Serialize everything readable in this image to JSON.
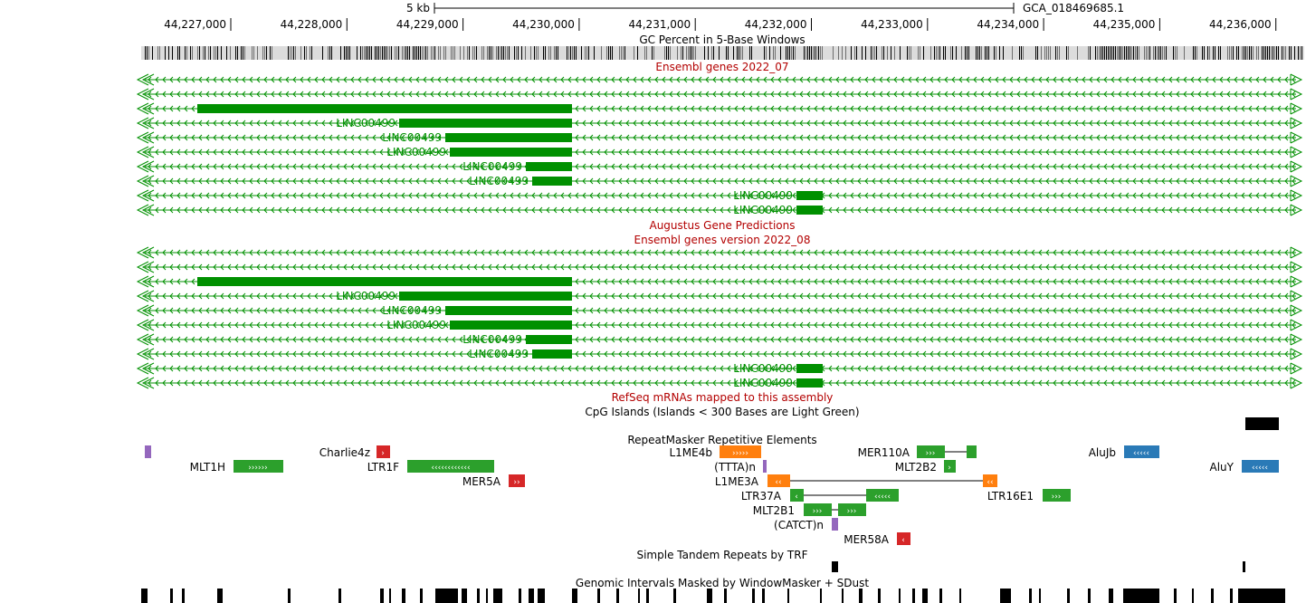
{
  "ruler": {
    "scale_label": "5 kb",
    "assembly": "GCA_018469685.1",
    "ticks": [
      "44,227,000",
      "44,228,000",
      "44,229,000",
      "44,230,000",
      "44,231,000",
      "44,232,000",
      "44,233,000",
      "44,234,000",
      "44,235,000",
      "44,236,000"
    ]
  },
  "tracks": {
    "gc_percent": "GC Percent in 5-Base Windows",
    "ensembl_2022_07": "Ensembl genes 2022_07",
    "augustus": "Augustus Gene Predictions",
    "ensembl_2022_08": "Ensembl genes version 2022_08",
    "refseq": "RefSeq mRNAs mapped to this assembly",
    "cpg": "CpG Islands (Islands < 300 Bases are Light Green)",
    "repeatmasker": "RepeatMasker Repetitive Elements",
    "trf": "Simple Tandem Repeats by TRF",
    "windowmasker": "Genomic Intervals Masked by WindowMasker + SDust"
  },
  "gene_label": "LINC00499",
  "repeats": {
    "MLT1H": "MLT1H",
    "Charlie4z": "Charlie4z",
    "LTR1F": "LTR1F",
    "MER5A": "MER5A",
    "L1ME4b": "L1ME4b",
    "TTTA": "(TTTA)n",
    "L1ME3A": "L1ME3A",
    "LTR37A": "LTR37A",
    "MLT2B1": "MLT2B1",
    "CATCT": "(CATCT)n",
    "MER58A": "MER58A",
    "MER110A": "MER110A",
    "MLT2B2": "MLT2B2",
    "LTR16E1": "LTR16E1",
    "AluJb": "AluJb",
    "AluY": "AluY"
  },
  "colors": {
    "gene": "#009000",
    "track_title": "#b30000",
    "sine": "#2a7ab7",
    "ltr": "#2ca02c",
    "line": "#ff7f0e",
    "dna": "#d62728",
    "simple": "#9467bd"
  }
}
